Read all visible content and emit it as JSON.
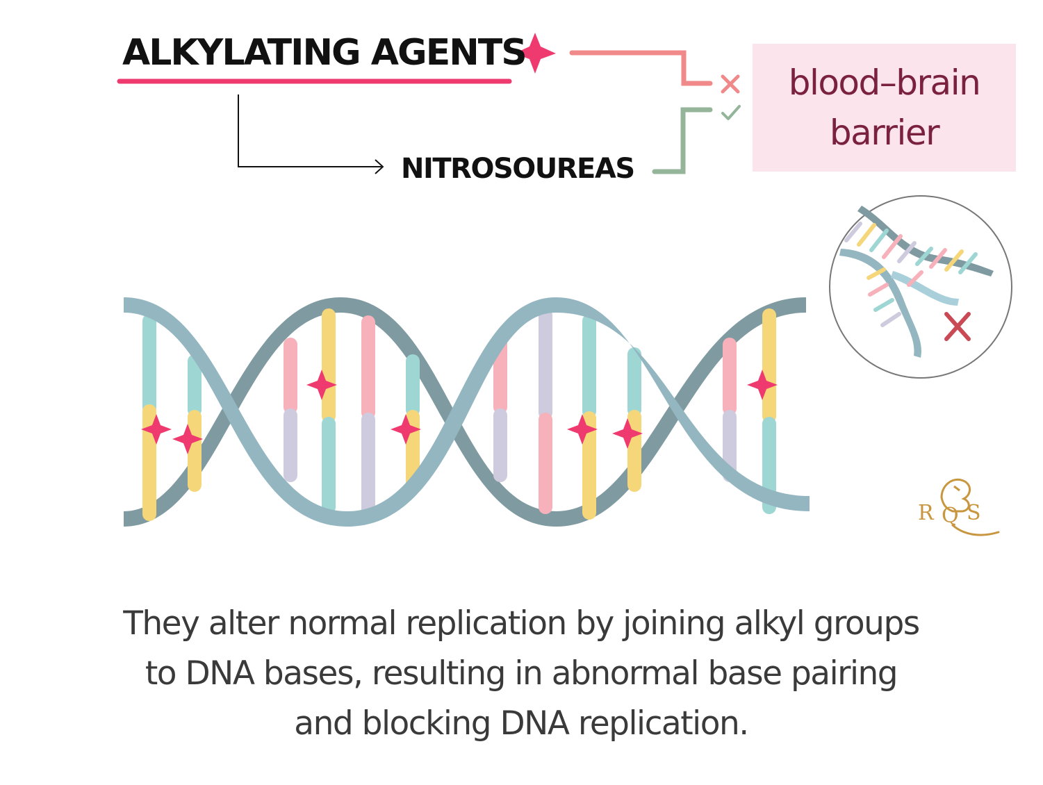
{
  "labels": {
    "alkylating_agents": "ALKYLATING AGENTS",
    "nitrosoureas": "NITROSOUREAS",
    "bbb_line1": "blood–brain",
    "bbb_line2": "barrier"
  },
  "caption": {
    "line1": "They alter normal replication by joining alkyl groups",
    "line2": "to DNA bases, resulting in abnormal base pairing",
    "line3": "and blocking DNA replication."
  },
  "logo": {
    "left": "R",
    "center": "Q",
    "right": "S"
  },
  "colors": {
    "accent_pink": "#ee3a6e",
    "blocked_line": "#f08a8a",
    "passes_line": "#94b59a",
    "box_bg": "#fce4ec",
    "box_text": "#7b2140",
    "strand_front": "#93b6c0",
    "strand_back": "#7f9aa0",
    "logo_gold": "#c8963e"
  },
  "icons": {
    "blocked": "cross-icon",
    "passes": "check-icon",
    "marker": "four-point-star-icon"
  }
}
